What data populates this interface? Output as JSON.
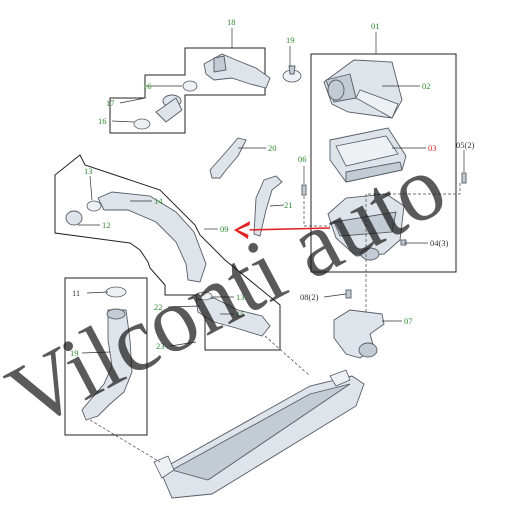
{
  "diagram": {
    "callouts": [
      {
        "id": "c01",
        "text": "01",
        "color": "green"
      },
      {
        "id": "c02",
        "text": "02",
        "color": "green"
      },
      {
        "id": "c03",
        "text": "03",
        "color": "red"
      },
      {
        "id": "c04",
        "text": "04(3)",
        "color": "dark"
      },
      {
        "id": "c05",
        "text": "05(2)",
        "color": "dark"
      },
      {
        "id": "c06",
        "text": "06",
        "color": "green"
      },
      {
        "id": "c07",
        "text": "07",
        "color": "green"
      },
      {
        "id": "c08",
        "text": "08(2)",
        "color": "dark"
      },
      {
        "id": "c09",
        "text": "09",
        "color": "green"
      },
      {
        "id": "c11",
        "text": "11",
        "color": "dark"
      },
      {
        "id": "c12",
        "text": "12",
        "color": "green"
      },
      {
        "id": "c13a",
        "text": "13",
        "color": "green"
      },
      {
        "id": "c13b",
        "text": "13",
        "color": "green"
      },
      {
        "id": "c14",
        "text": "14",
        "color": "green"
      },
      {
        "id": "c15",
        "text": "15",
        "color": "green"
      },
      {
        "id": "c16a",
        "text": "16",
        "color": "green"
      },
      {
        "id": "c16b",
        "text": "16",
        "color": "green"
      },
      {
        "id": "c17",
        "text": "17",
        "color": "green"
      },
      {
        "id": "c18",
        "text": "18",
        "color": "green"
      },
      {
        "id": "c19",
        "text": "19",
        "color": "green"
      },
      {
        "id": "c19b",
        "text": "19",
        "color": "green"
      },
      {
        "id": "c20",
        "text": "20",
        "color": "green"
      },
      {
        "id": "c21",
        "text": "21",
        "color": "green"
      },
      {
        "id": "c22",
        "text": "22",
        "color": "green"
      },
      {
        "id": "c23",
        "text": "23",
        "color": "green"
      }
    ],
    "watermark": "Vilconti auto",
    "colors": {
      "callout_green": "#2e8b2e",
      "callout_red": "#d62020",
      "arrow_red": "#e02424",
      "part_fill": "#dfe4ea",
      "outline": "#222222"
    }
  }
}
